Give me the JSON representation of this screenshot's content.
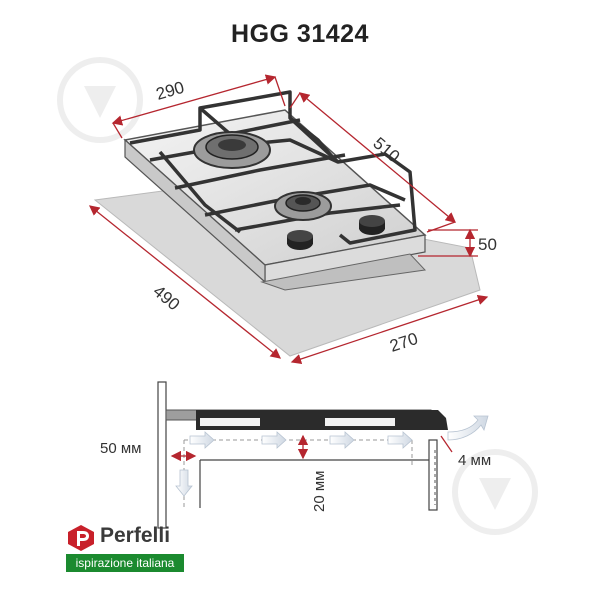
{
  "title": "HGG 31424",
  "dimensions": {
    "width_top": "290",
    "depth_top": "510",
    "height": "50",
    "cutout_depth": "490",
    "cutout_width": "270"
  },
  "section": {
    "side_gap": "50 мм",
    "bottom_gap": "20 мм",
    "vent_gap": "4 мм"
  },
  "brand": {
    "name": "Perfelli",
    "tagline": "ispirazione italiana"
  },
  "colors": {
    "dimension_line": "#b5262f",
    "cutout_fill": "#d9d9d9",
    "steel": "#e8e8e8",
    "brand_green": "#1b8a2f",
    "brand_red": "#c8202a"
  }
}
